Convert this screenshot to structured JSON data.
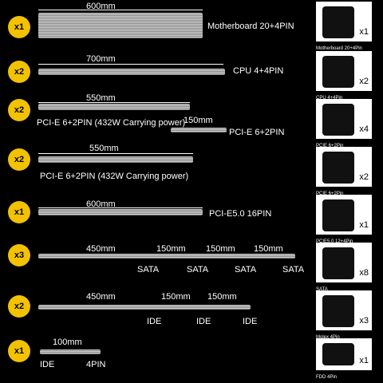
{
  "rows": [
    {
      "badge": "x1",
      "label": "Motherboard 20+4PIN",
      "dims": [
        "600mm"
      ]
    },
    {
      "badge": "x2",
      "label": "CPU 4+4PIN",
      "dims": [
        "700mm"
      ]
    },
    {
      "badge": "x2",
      "label": "PCI-E 6+2PIN (432W Carrying power)",
      "label2": "PCI-E 6+2PIN",
      "dims": [
        "550mm",
        "150mm"
      ]
    },
    {
      "badge": "x2",
      "label": "PCI-E 6+2PIN (432W Carrying power)",
      "dims": [
        "550mm"
      ]
    },
    {
      "badge": "x1",
      "label": "PCI-E5.0 16PIN",
      "dims": [
        "600mm"
      ]
    },
    {
      "badge": "x3",
      "dims": [
        "450mm",
        "150mm",
        "150mm",
        "150mm"
      ],
      "ports": [
        "SATA",
        "SATA",
        "SATA",
        "SATA"
      ]
    },
    {
      "badge": "x2",
      "dims": [
        "450mm",
        "150mm",
        "150mm"
      ],
      "ports": [
        "IDE",
        "IDE",
        "IDE"
      ]
    },
    {
      "badge": "x1",
      "dims": [
        "100mm"
      ],
      "ports": [
        "IDE",
        "4PIN"
      ]
    }
  ],
  "side": [
    {
      "count": "x1",
      "caption": "Motherboard 20+4Pin"
    },
    {
      "count": "x2",
      "caption": "CPU 4+4Pin"
    },
    {
      "count": "x4",
      "caption": "PCIE 6+2Pin"
    },
    {
      "count": "x2",
      "caption": "PCIE 6+2Pin"
    },
    {
      "count": "x1",
      "caption": "PCIE5.0 12+4Pin"
    },
    {
      "count": "x8",
      "caption": "SATA"
    },
    {
      "count": "x3",
      "caption": "Molex 4Pin"
    },
    {
      "count": "x1",
      "caption": "FDD 4Pin"
    }
  ]
}
